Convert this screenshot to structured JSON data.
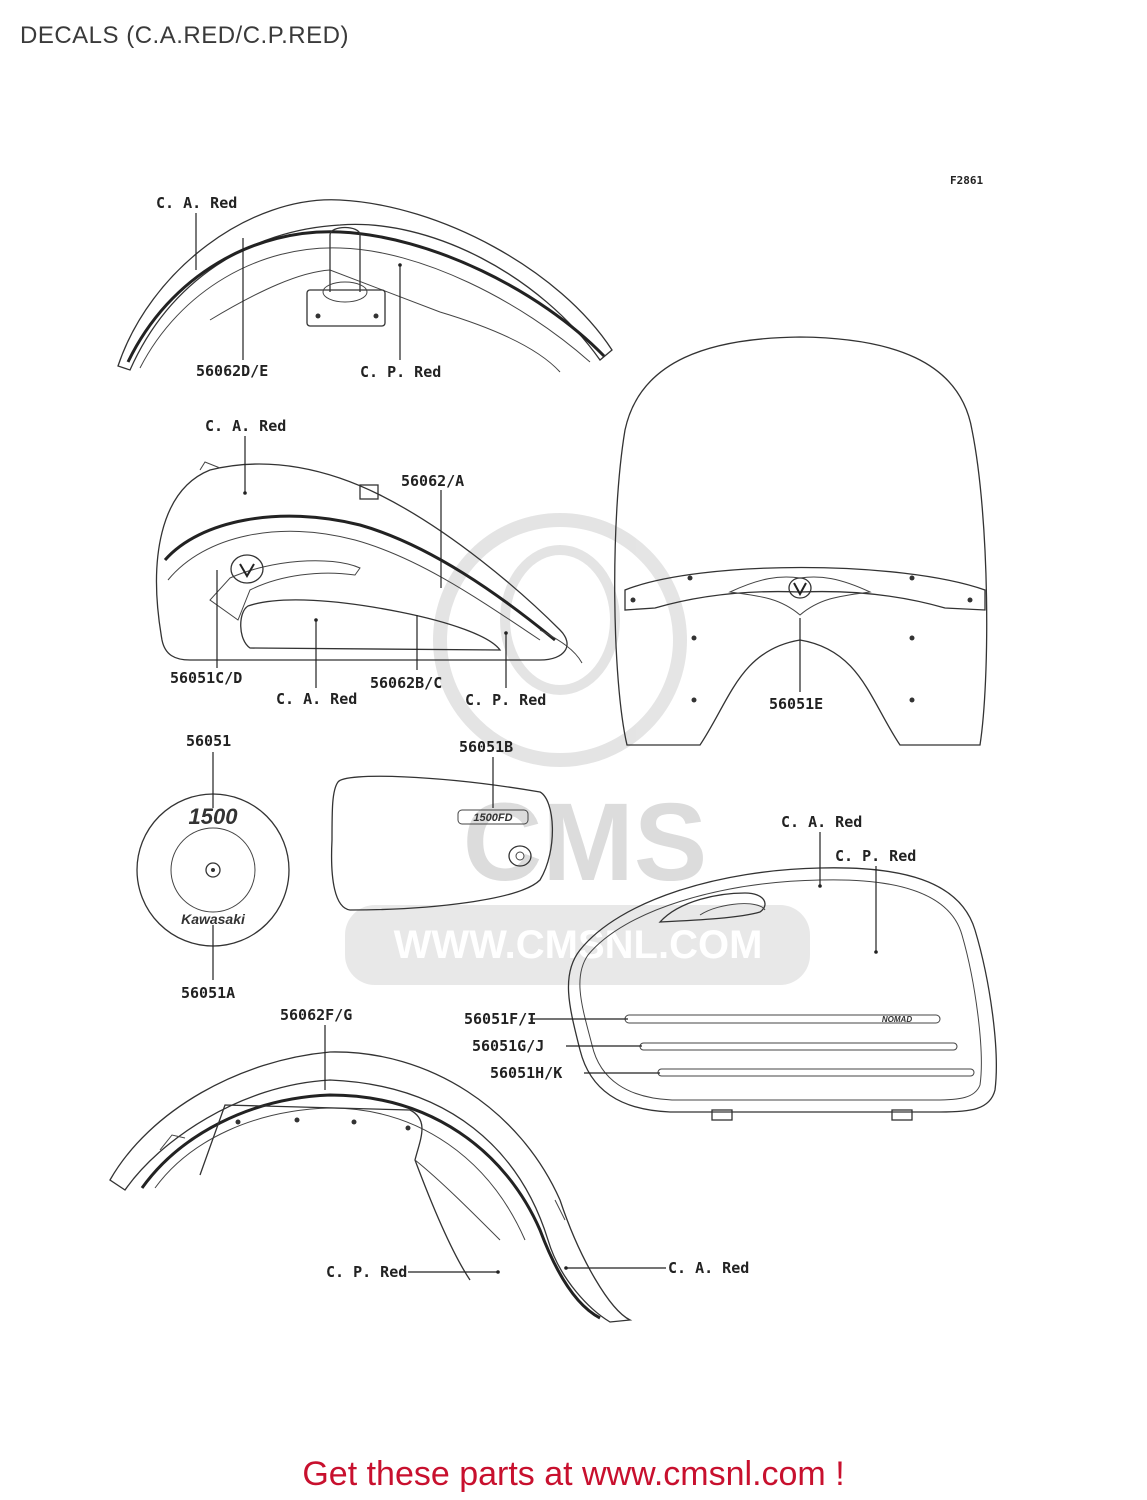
{
  "page": {
    "title": "DECALS (C.A.RED/C.P.RED)",
    "footer_cta": "Get these parts at www.cmsnl.com !",
    "accent_color": "#c8102e"
  },
  "diagram": {
    "ref_code": "F2861",
    "watermark": {
      "logo_text": "CMS",
      "url": "WWW.CMSNL.COM"
    },
    "labels": {
      "front_fender_ca_red": "C. A. Red",
      "front_fender_part": "56062D/E",
      "front_fender_cp_red": "C. P. Red",
      "tank_ca_red_top": "C. A. Red",
      "tank_part_main": "56062/A",
      "tank_emblem_part": "56051C/D",
      "tank_ca_red_bottom": "C. A. Red",
      "tank_stripe_part": "56062B/C",
      "tank_cp_red": "C. P. Red",
      "windshield_part": "56051E",
      "cover_part_top": "56051",
      "cover_part_bottom": "56051A",
      "side_cover_part": "56051B",
      "saddlebag_ca_red": "C. A. Red",
      "saddlebag_cp_red": "C. P. Red",
      "saddlebag_stripe_1": "56051F/I",
      "saddlebag_stripe_2": "56051G/J",
      "saddlebag_stripe_3": "56051H/K",
      "rear_fender_part": "56062F/G",
      "rear_fender_cp_red": "C. P. Red",
      "rear_fender_ca_red": "C. A. Red"
    },
    "decal_texts": {
      "cover_top": "1500",
      "cover_bottom": "Kawasaki",
      "side_cover": "1500FD",
      "saddlebag": "NOMAD"
    }
  }
}
